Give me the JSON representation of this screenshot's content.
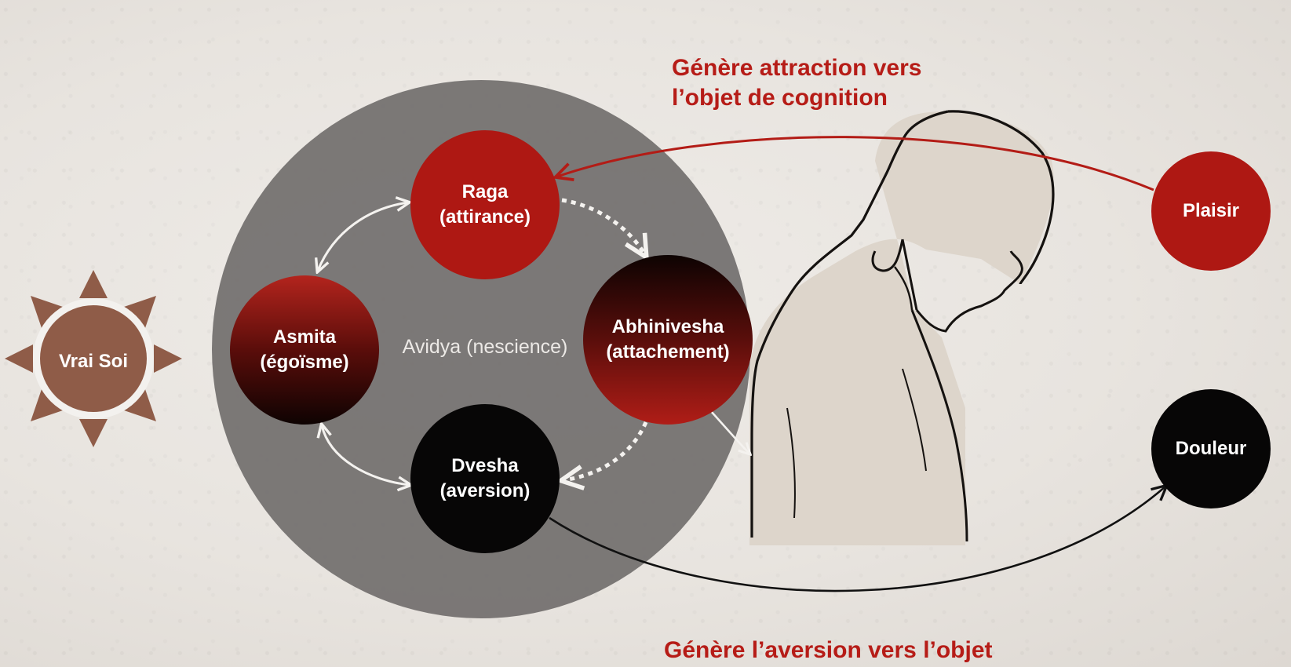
{
  "nodes": {
    "raga": {
      "line1": "Raga",
      "line2": "(attirance)"
    },
    "asmita": {
      "line1": "Asmita",
      "line2": "(égoïsme)"
    },
    "abhinivesha": {
      "line1": "Abhinivesha",
      "line2": "(attachement)"
    },
    "dvesha": {
      "line1": "Dvesha",
      "line2": "(aversion)"
    },
    "plaisir": {
      "label": "Plaisir"
    },
    "douleur": {
      "label": "Douleur"
    },
    "vrai_soi": {
      "label": "Vrai Soi"
    }
  },
  "center_label": "Avidya (nescience)",
  "captions": {
    "top": {
      "line1": "Génère attraction vers",
      "line2": "l’objet de cognition"
    },
    "bottom": {
      "line1": "Génère l’aversion vers l’objet"
    }
  },
  "colors": {
    "red": "#ae1813",
    "black": "#070606",
    "sun": "#8f5c48",
    "big_circle": "#777473",
    "caption": "#b61c17"
  },
  "icons": [
    "sun-icon",
    "bowed-person-figure"
  ]
}
